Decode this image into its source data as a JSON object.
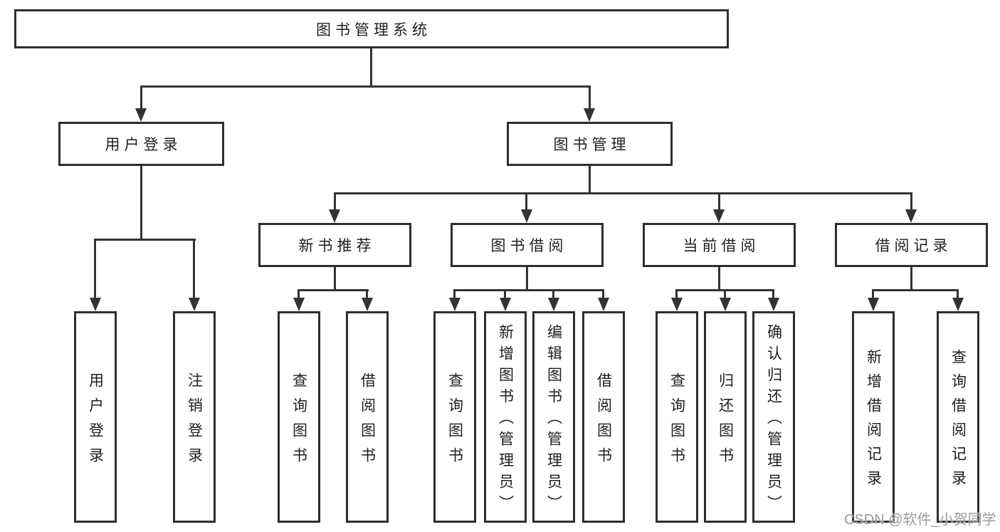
{
  "watermark": "CSDN @软件_小贺同学",
  "colors": {
    "line": "#333333",
    "box_border": "#2e2e2e",
    "text": "#1f1f1f",
    "watermark_text": "#9c9c9c",
    "background": "#ffffff"
  },
  "tree": {
    "root": {
      "label": "图书管理系统"
    },
    "branches": [
      {
        "label": "用户登录",
        "children": [
          {
            "label": "用户登录"
          },
          {
            "label": "注销登录"
          }
        ]
      },
      {
        "label": "图书管理",
        "children": [
          {
            "label": "新书推荐",
            "children": [
              {
                "label": "查询图书"
              },
              {
                "label": "借阅图书"
              }
            ]
          },
          {
            "label": "图书借阅",
            "children": [
              {
                "label": "查询图书"
              },
              {
                "label": "新增图书（管理员）"
              },
              {
                "label": "编辑图书（管理员）"
              },
              {
                "label": "借阅图书"
              }
            ]
          },
          {
            "label": "当前借阅",
            "children": [
              {
                "label": "查询图书"
              },
              {
                "label": "归还图书"
              },
              {
                "label": "确认归还（管理员）"
              }
            ]
          },
          {
            "label": "借阅记录",
            "children": [
              {
                "label": "新增借阅记录"
              },
              {
                "label": "查询借阅记录"
              }
            ]
          }
        ]
      }
    ]
  }
}
